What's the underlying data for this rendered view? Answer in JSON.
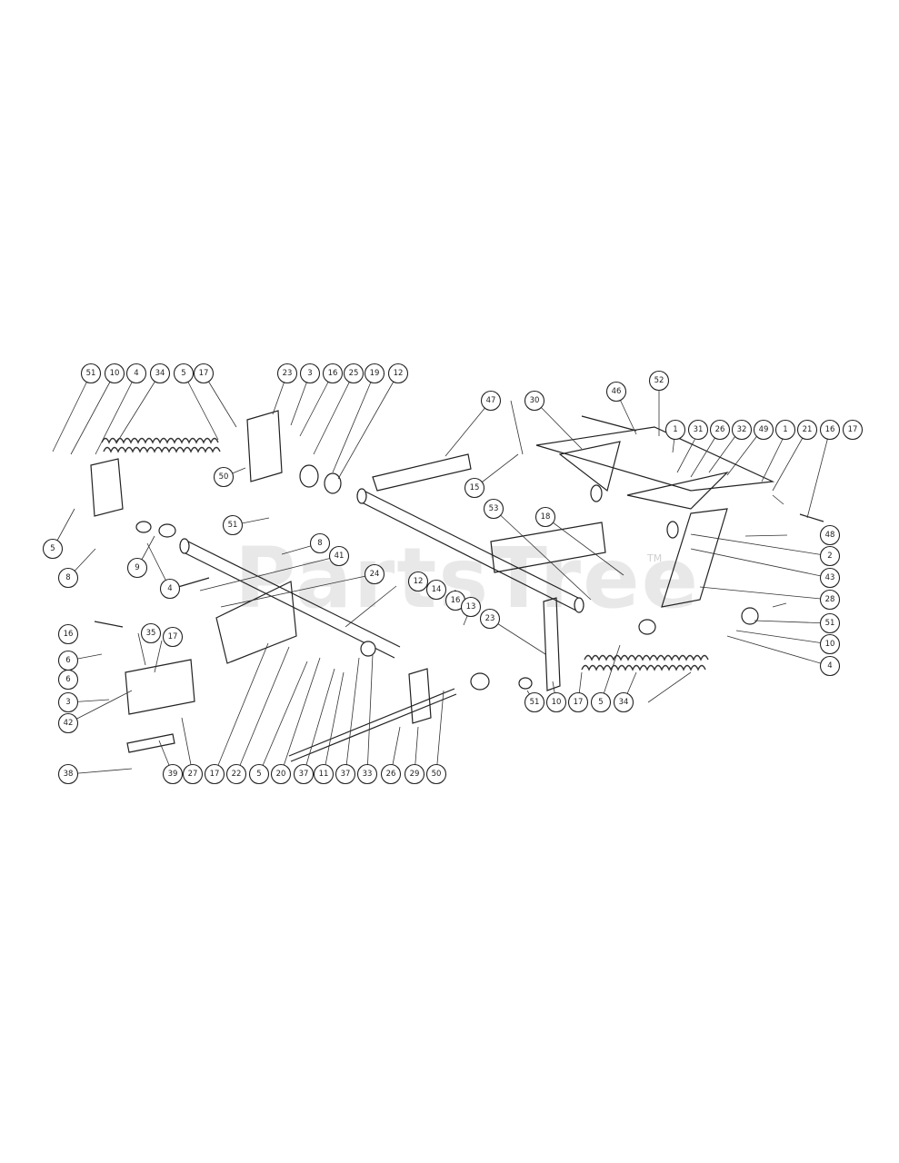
{
  "watermark": "PartsTree",
  "trademark": "TM",
  "callouts": [
    "51",
    "10",
    "4",
    "34",
    "5",
    "17",
    "23",
    "3",
    "16",
    "25",
    "19",
    "12",
    "47",
    "30",
    "46",
    "52",
    "1",
    "31",
    "26",
    "32",
    "49",
    "1",
    "21",
    "16",
    "17",
    "5",
    "8",
    "9",
    "4",
    "50",
    "51",
    "8",
    "15",
    "53",
    "18",
    "48",
    "2",
    "43",
    "28",
    "6",
    "35",
    "17",
    "16",
    "6",
    "3",
    "42",
    "38",
    "39",
    "27",
    "17",
    "22",
    "5",
    "20",
    "37",
    "11",
    "37",
    "33",
    "26",
    "29",
    "50",
    "41",
    "24",
    "12",
    "14",
    "16",
    "13",
    "23",
    "51",
    "10",
    "17",
    "5",
    "34",
    "51",
    "10",
    "4"
  ]
}
